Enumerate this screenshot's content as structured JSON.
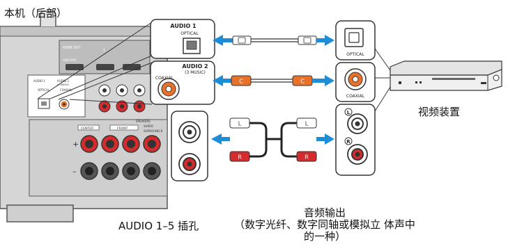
{
  "labels": {
    "rear_panel": "本机（后部）",
    "video_device": "视频装置",
    "audio_jacks": "AUDIO 1–5 插孔",
    "audio_output_line1": "音频输出",
    "audio_output_line2": "（数字光纤、数字同轴或模拟立 体声中",
    "audio_output_line3": "的一种）"
  },
  "receiver_panel": {
    "hdmi_out": "HDMI OUT",
    "earc": "eARC/ARC",
    "hdmi_in_1": "1",
    "audio1_small": "AUDIO 1",
    "optical_small": "OPTICAL",
    "audio2_small": "AUDIO 2",
    "audio2_sub_small": "(3 MUSIC)",
    "coaxial_small": "COAXIAL",
    "speakers": "SPEAKERS",
    "center": "CENTER",
    "front": "FRONT",
    "surround": "SURRO",
    "surround2": "SURROUND B",
    "plus": "+",
    "minus": "–"
  },
  "zoom_panels": {
    "audio1_title": "AUDIO 1",
    "optical": "OPTICAL",
    "audio2_title": "AUDIO 2",
    "audio2_sub": "(3 MUSIC)",
    "coaxial": "COAXIAL"
  },
  "cables": {
    "coax_plug_letter": "C",
    "left_plug_letter": "L",
    "right_plug_letter": "R"
  },
  "source_device": {
    "optical": "OPTICAL",
    "coaxial": "COAXIAL",
    "left_marker": "L",
    "right_marker": "R"
  },
  "colors": {
    "arrow_blue": "#1f8dd6",
    "coax_orange": "#e8722a",
    "right_red": "#d42c2c",
    "panel_gray": "#c9c9c9",
    "dark_gray": "#555555"
  }
}
